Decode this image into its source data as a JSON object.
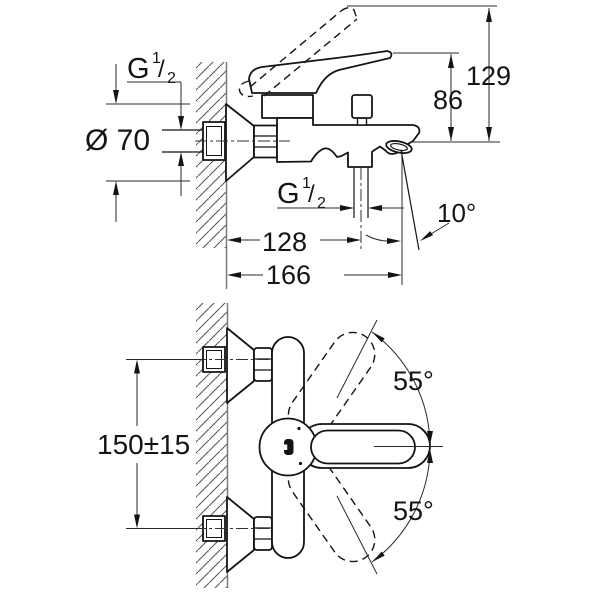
{
  "page": {
    "background": "#ffffff",
    "line_color": "#141414",
    "wall_line_color": "#7a7a7a",
    "description": "Technical dimension drawing of a wall-mounted single-lever bath mixer faucet, side view (top) and front view (bottom)"
  },
  "top_view": {
    "thread_top": {
      "g": "G",
      "sup": "1",
      "slash": "/",
      "sub": "2"
    },
    "diameter_label": "Ø 70",
    "overall_height": "129",
    "lever_height": "86",
    "thread_bottom": {
      "g": "G",
      "sup": "1",
      "slash": "/",
      "sub": "2"
    },
    "wall_to_outlet": "128",
    "wall_to_tip": "166",
    "spout_angle": "10°"
  },
  "front_view": {
    "centers_distance": "150±15",
    "swing_up": "55°",
    "swing_down": "55°"
  }
}
